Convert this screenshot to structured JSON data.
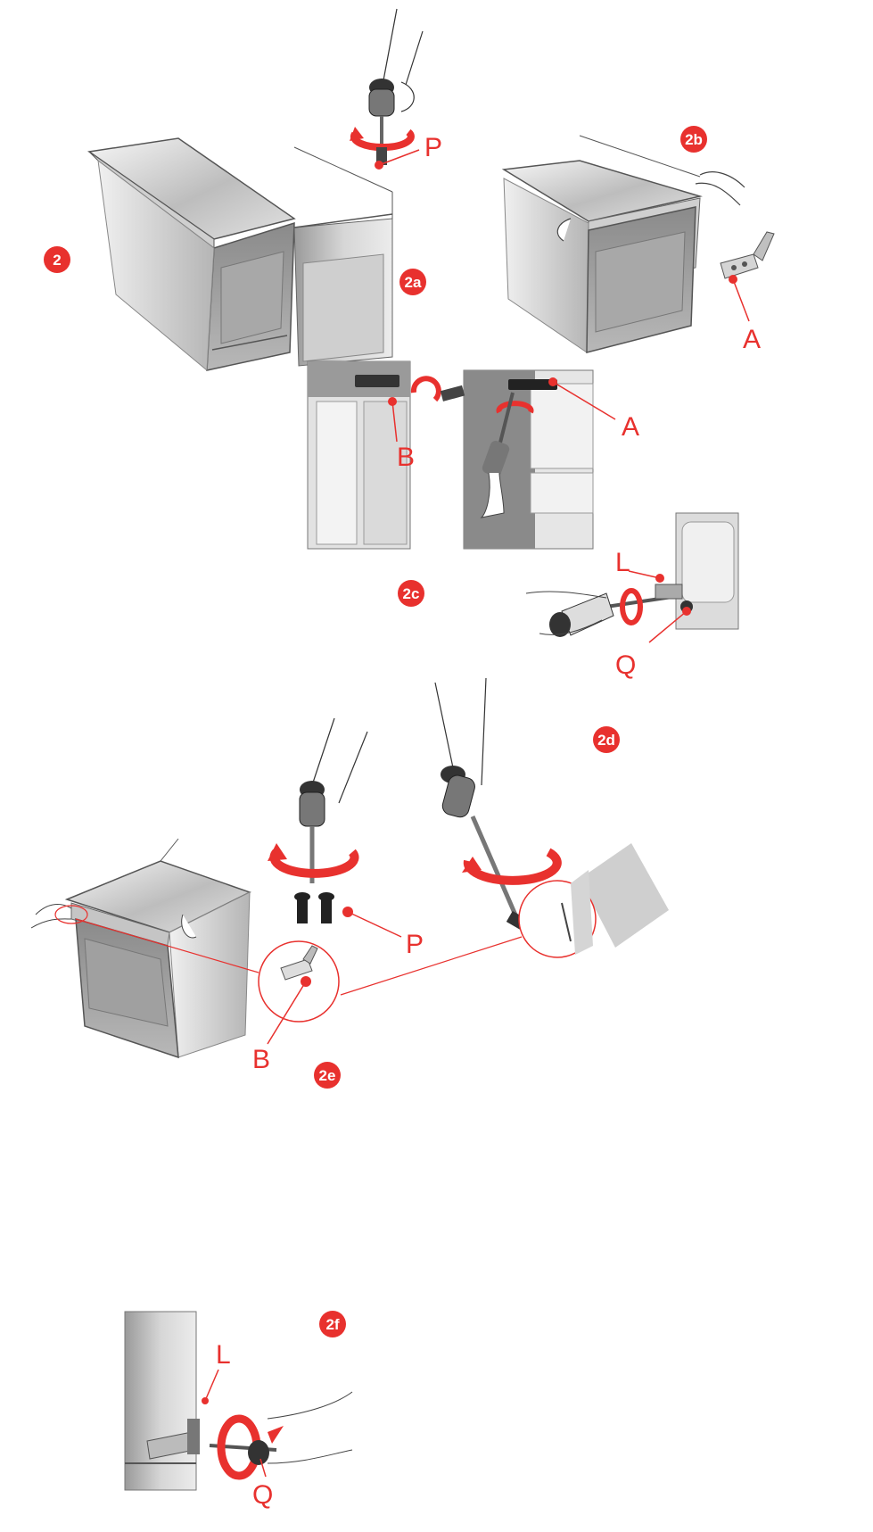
{
  "colors": {
    "accent": "#e8312e",
    "metal_light": "#eeeeee",
    "metal_mid": "#c9c9c9",
    "metal_dark": "#8f8f8f",
    "line": "#555555"
  },
  "steps": {
    "s2": "2",
    "s2a": "2a",
    "s2b": "2b",
    "s2c": "2c",
    "s2d": "2d",
    "s2e": "2e",
    "s2f": "2f"
  },
  "parts": {
    "P": "P",
    "A": "A",
    "B": "B",
    "L": "L",
    "Q": "Q"
  }
}
